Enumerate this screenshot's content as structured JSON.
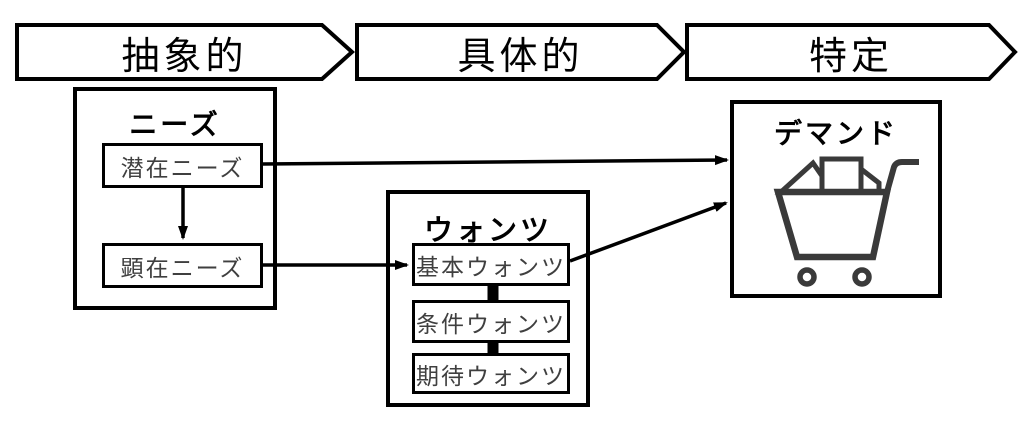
{
  "banners": [
    {
      "label": "抽象的"
    },
    {
      "label": "具体的"
    },
    {
      "label": "特定"
    }
  ],
  "needs": {
    "title": "ニーズ",
    "items": [
      {
        "label": "潜在ニーズ"
      },
      {
        "label": "顕在ニーズ"
      }
    ]
  },
  "wants": {
    "title": "ウォンツ",
    "items": [
      {
        "label": "基本ウォンツ"
      },
      {
        "label": "条件ウォンツ"
      },
      {
        "label": "期待ウォンツ"
      }
    ]
  },
  "demand": {
    "title": "デマンド",
    "icon": "shopping-cart-icon"
  },
  "colors": {
    "outline": "#000000",
    "inner_text": "#3f3f3f",
    "cart_icon": "#3a3a3a",
    "background": "#ffffff"
  }
}
